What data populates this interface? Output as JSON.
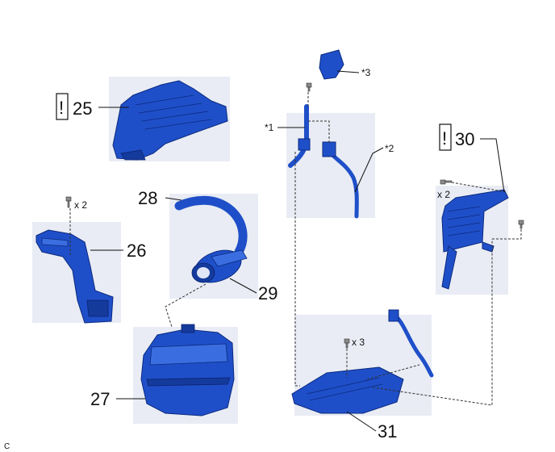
{
  "labels": {
    "p25": "25",
    "p26": "26",
    "p27": "27",
    "p28": "28",
    "p29": "29",
    "p30": "30",
    "p31": "31",
    "ref1": "*1",
    "ref2": "*2",
    "ref3": "*3",
    "qty26": "x 2",
    "qty30": "x 2",
    "qty31": "x 3",
    "warn": "!",
    "corner": "C"
  },
  "colors": {
    "part_blue": "#1f4fc8",
    "part_outline": "#0b2a80",
    "background_shade": "#e9ecf4"
  },
  "icons": {
    "caution": "exclamation-box-icon",
    "fastener": "bolt-icon"
  }
}
